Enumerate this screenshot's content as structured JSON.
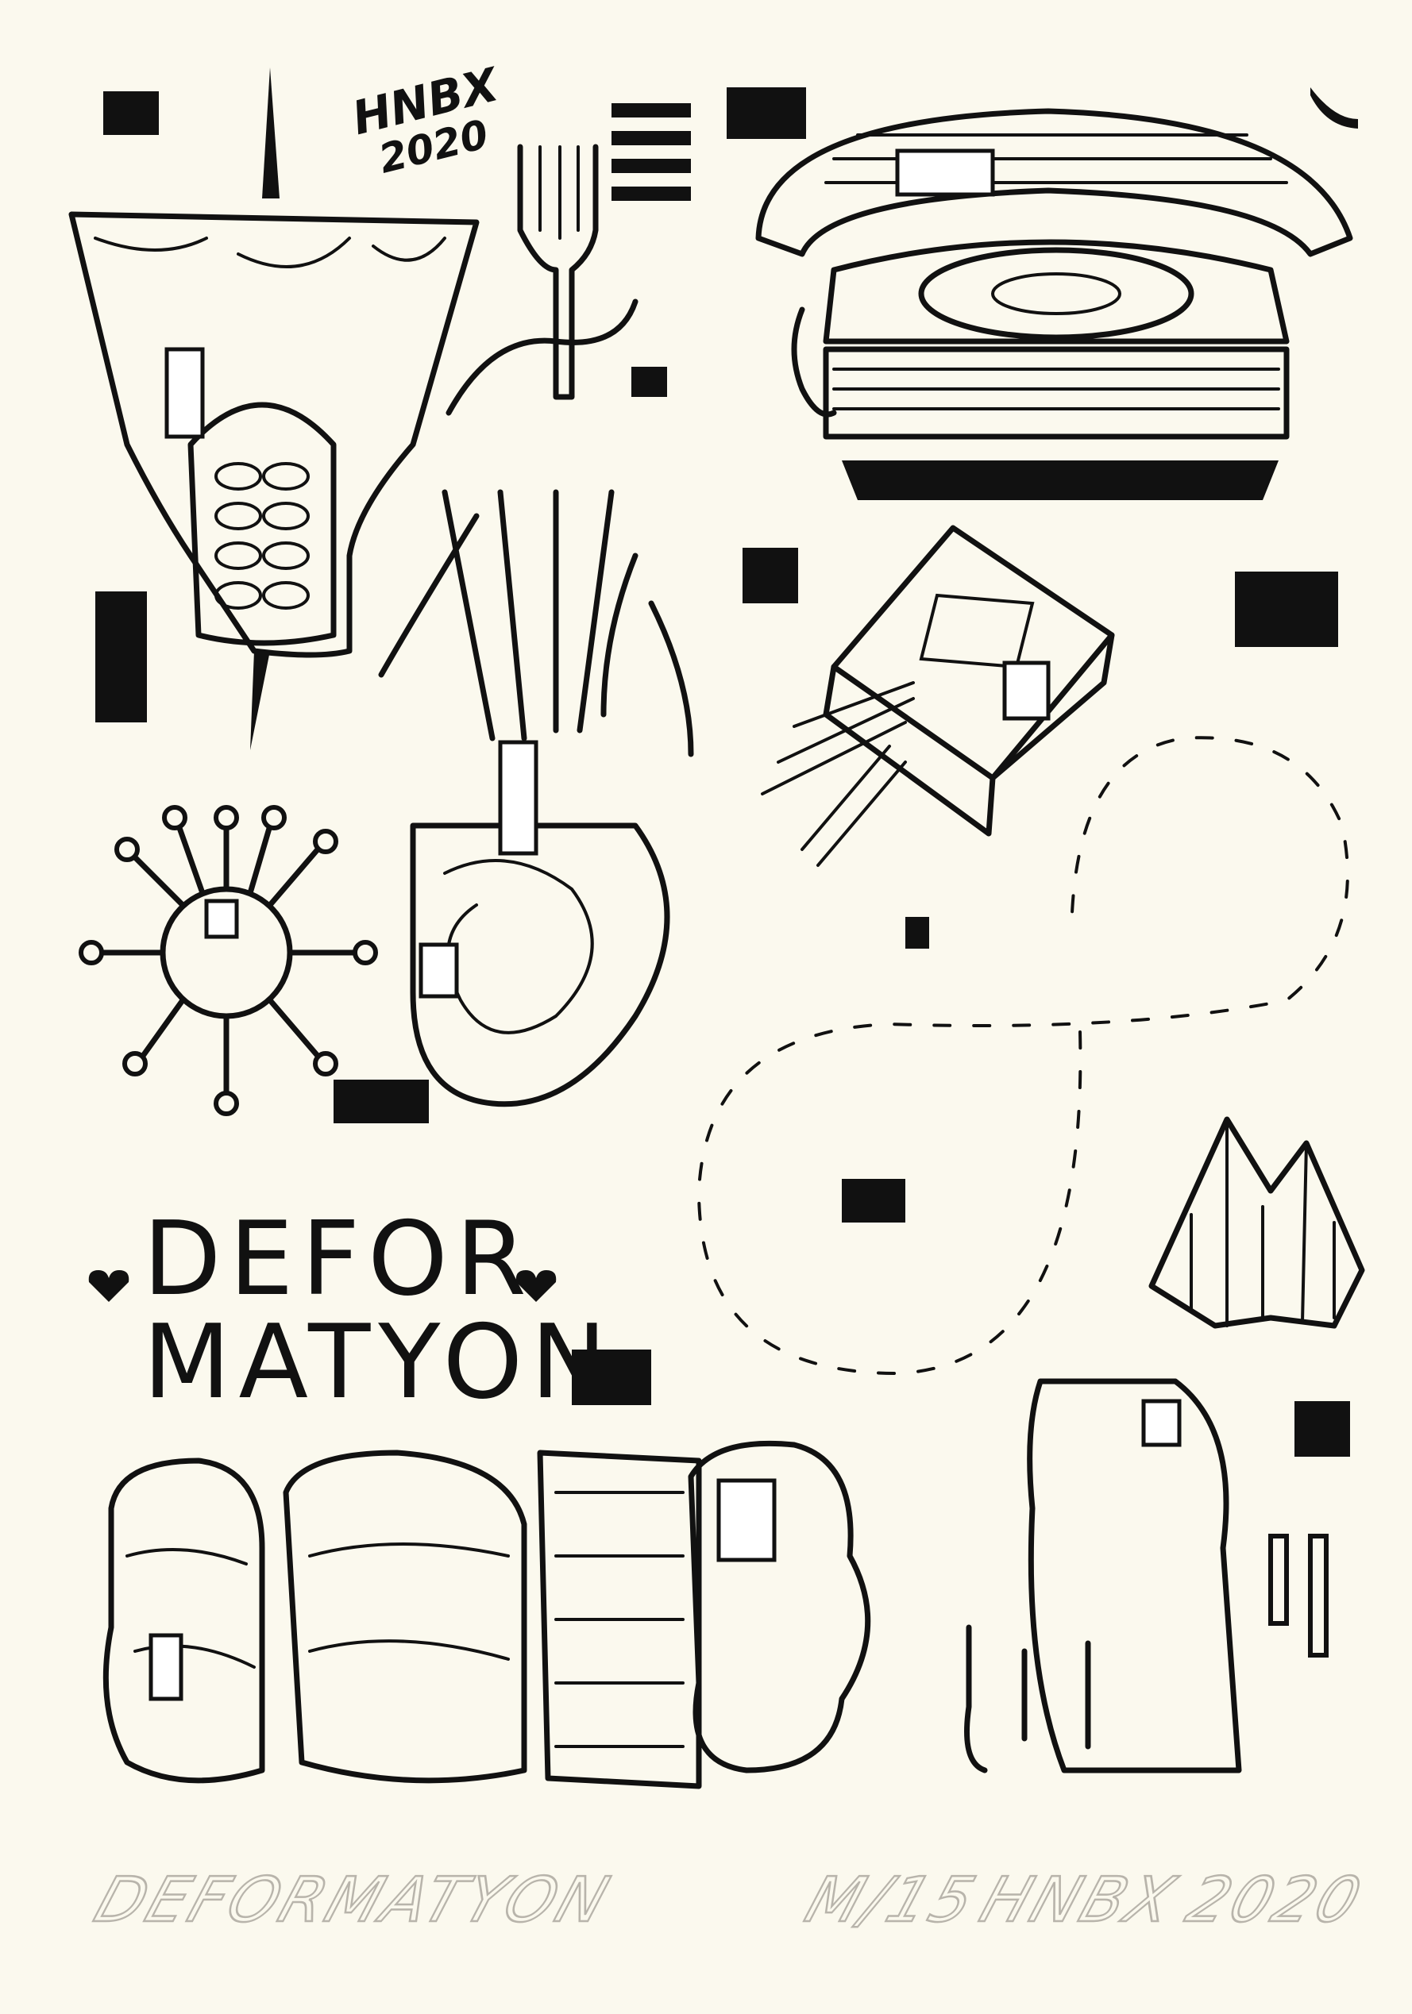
{
  "artwork": {
    "tag": {
      "line1": "HNBX",
      "line2": "2020"
    },
    "title": {
      "line1": "DEFOR",
      "line2": "MATYON"
    },
    "pencil_title": "DEFORMATYON",
    "pencil_edition": "M/15",
    "pencil_signature": "HNBX",
    "pencil_year": "2020"
  },
  "colors": {
    "paper": "#fbf9ee",
    "ink": "#111111",
    "pencil": "#c9c5bd"
  }
}
